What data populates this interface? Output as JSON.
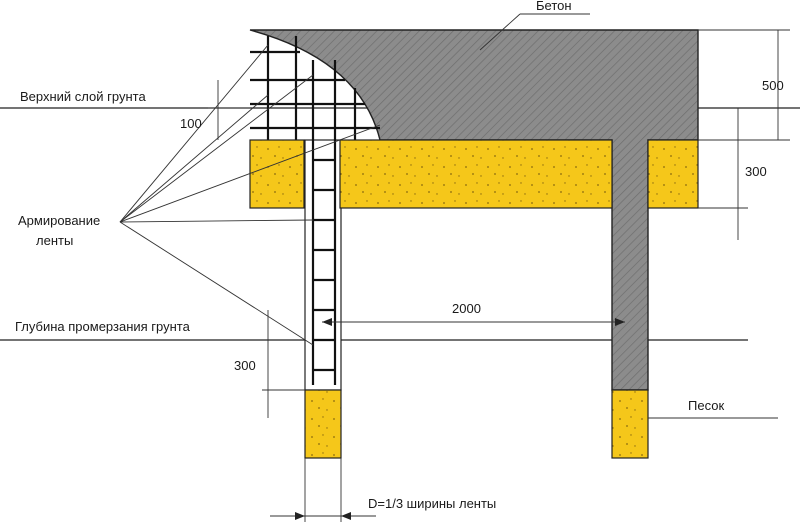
{
  "labels": {
    "concrete": "Бетон",
    "top_soil": "Верхний слой грунта",
    "reinforcement_line1": "Армирование",
    "reinforcement_line2": "ленты",
    "frost_depth": "Глубина промерзания грунта",
    "sand": "Песок",
    "width_note": "D=1/3 ширины  ленты"
  },
  "dimensions": {
    "d500": "500",
    "d100": "100",
    "d300_right": "300",
    "d2000": "2000",
    "d300_left": "300"
  },
  "colors": {
    "sand": "#f5c71a",
    "concrete": "#8c8c8c"
  }
}
